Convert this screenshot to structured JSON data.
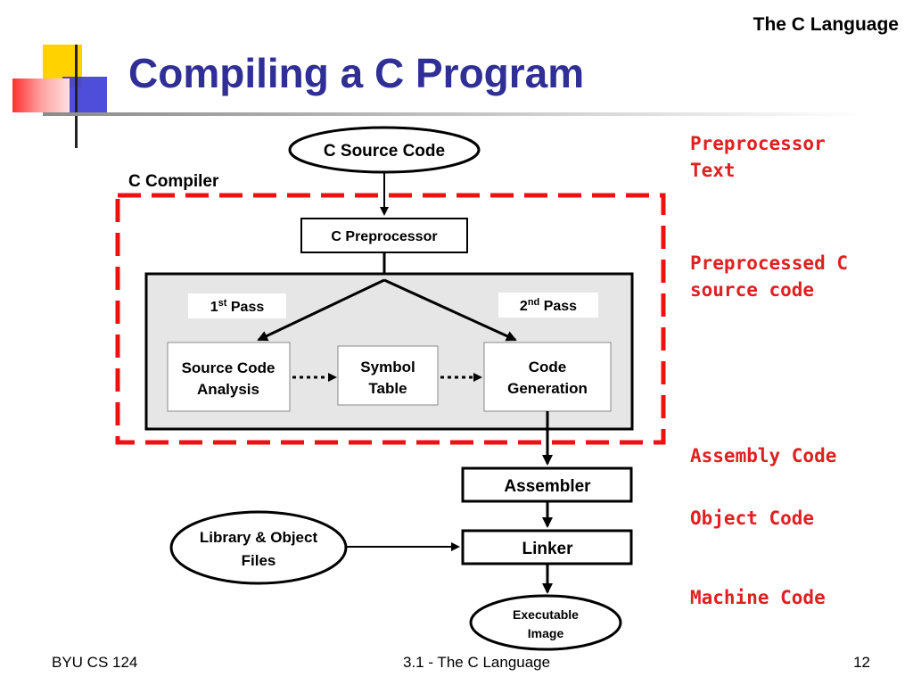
{
  "header": {
    "section": "The C Language"
  },
  "slide": {
    "title": "Compiling a C Program"
  },
  "diagram": {
    "source": "C Source Code",
    "compiler_label": "C Compiler",
    "preprocessor": "C Preprocessor",
    "pass1": {
      "base": "1",
      "sup": "st",
      "rest": " Pass"
    },
    "pass2": {
      "base": "2",
      "sup": "nd",
      "rest": " Pass"
    },
    "analysis": [
      "Source Code",
      "Analysis"
    ],
    "symbol_table": [
      "Symbol",
      "Table"
    ],
    "code_gen": [
      "Code",
      "Generation"
    ],
    "assembler": "Assembler",
    "linker": "Linker",
    "library": [
      "Library & Object",
      "Files"
    ],
    "executable": [
      "Executable",
      "Image"
    ],
    "colors": {
      "dashed_border": "#ee1111",
      "panel_fill": "#e6e6e6",
      "side_text": "#e02020",
      "title": "#2f2f96"
    }
  },
  "side_labels": {
    "preprocessor_text": "Preprocessor\nText",
    "preprocessed_source": "Preprocessed C\nsource code",
    "assembly_code": "Assembly Code",
    "object_code": "Object Code",
    "machine_code": "Machine Code"
  },
  "footer": {
    "left": "BYU CS 124",
    "center": "3.1 - The C Language",
    "page": "12"
  }
}
